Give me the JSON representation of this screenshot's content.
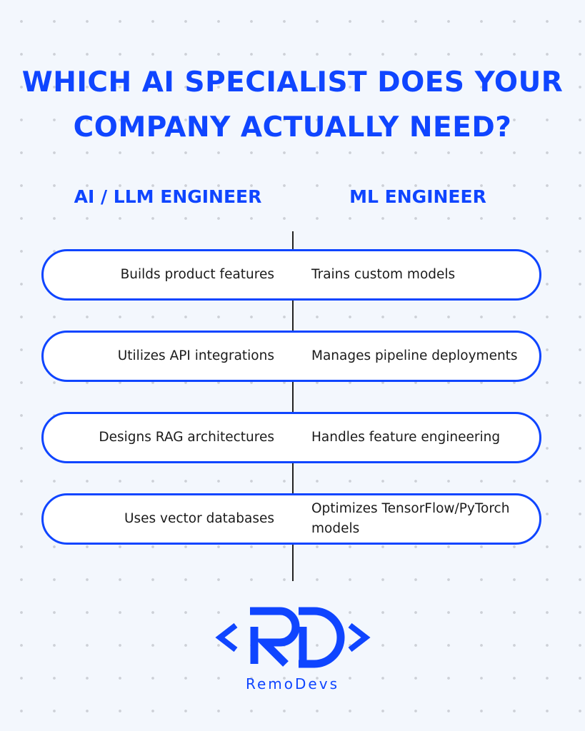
{
  "title": "WHICH AI SPECIALIST DOES YOUR COMPANY ACTUALLY NEED?",
  "columns": {
    "left": "AI / LLM ENGINEER",
    "right": "ML ENGINEER"
  },
  "rows": [
    {
      "left": "Builds product features",
      "right": "Trains custom models"
    },
    {
      "left": "Utilizes API integrations",
      "right": "Manages pipeline deployments"
    },
    {
      "left": "Designs RAG architectures",
      "right": "Handles feature engineering"
    },
    {
      "left": "Uses vector databases",
      "right": "Optimizes TensorFlow/PyTorch models"
    }
  ],
  "brand": {
    "logo_letters": "RD",
    "name": "RemoDevs"
  },
  "colors": {
    "accent": "#0f45ff",
    "background": "#f3f7fd",
    "pill_fill": "#ffffff",
    "text": "#1b1b1b"
  }
}
